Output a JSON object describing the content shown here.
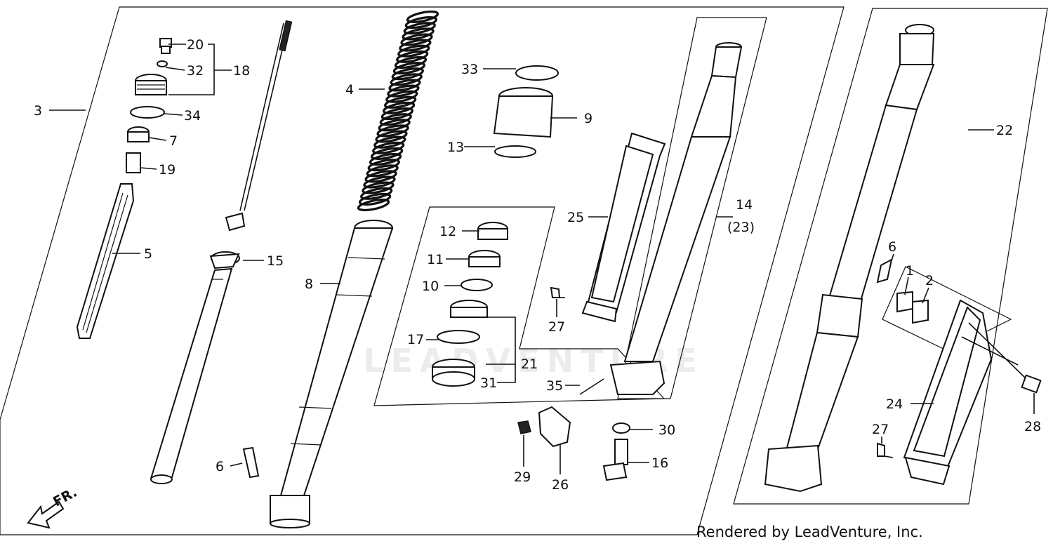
{
  "watermark": "LEADVENTURE",
  "credit": "Rendered by LeadVenture, Inc.",
  "direction_label": "FR.",
  "callouts": {
    "c1": "1",
    "c2": "2",
    "c3": "3",
    "c4": "4",
    "c5": "5",
    "c6a": "6",
    "c6b": "6",
    "c7": "7",
    "c8": "8",
    "c9": "9",
    "c10": "10",
    "c11": "11",
    "c12": "12",
    "c13": "13",
    "c14": "14",
    "c15": "15",
    "c16": "16",
    "c17": "17",
    "c18": "18",
    "c19": "19",
    "c20": "20",
    "c21": "21",
    "c22": "22",
    "c23": "(23)",
    "c24": "24",
    "c25": "25",
    "c26": "26",
    "c27a": "27",
    "c27b": "27",
    "c28": "28",
    "c29": "29",
    "c30": "30",
    "c31": "31",
    "c32": "32",
    "c33": "33",
    "c34": "34",
    "c35": "35"
  }
}
